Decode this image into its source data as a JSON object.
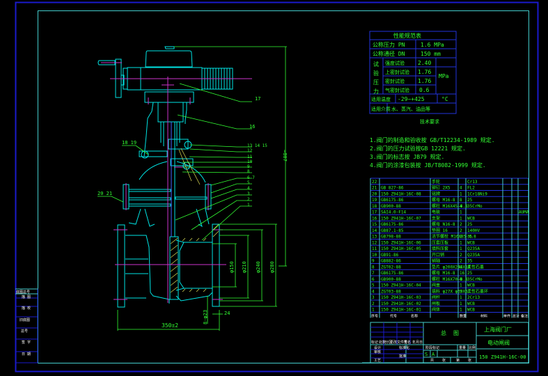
{
  "drawing": {
    "title": "Gate valve assembly drawing",
    "colors": {
      "background": "#000000",
      "outer_border": "#1a1acc",
      "inner_border": "#44cccc",
      "outline": "#00e5e5",
      "centerline": "#cc33cc",
      "dimension": "#33ff33",
      "table_lines": "#2233dd",
      "white_text": "#ffffff"
    }
  },
  "spec_table": {
    "title": "性能规范表",
    "rows": [
      {
        "label": "公称压力 PN",
        "value": "1.6 MPa"
      },
      {
        "label": "公称通径 DN",
        "value": "150 mm"
      }
    ],
    "test_group_label": "试验压力",
    "tests": [
      {
        "label": "强度试验",
        "value": "2.40"
      },
      {
        "label": "上密封试验",
        "value": "1.76"
      },
      {
        "label": "密封试验",
        "value": "1.76"
      },
      {
        "label": "气密封试验",
        "value": "0.6"
      }
    ],
    "test_unit": "MPa",
    "temp_label": "适用温度",
    "temp_value": "-29~+425",
    "temp_unit": "°C",
    "medium_label": "适用介质",
    "medium_value": "水、蒸汽、油品等"
  },
  "tech_requirements": {
    "title": "技术要求",
    "items": [
      "1.阀门的制造和验收按 GB/T12234-1989 规定.",
      "2.阀门的压力试验按GB 12221 规定.",
      "3.阀门的标志按 JB79 规定.",
      "4.阀门的涂漆包装按 JB/T8082-1999 规定."
    ]
  },
  "parts_list": {
    "rows": [
      {
        "no": "22",
        "code": "",
        "name": "手轮",
        "qty": "",
        "material": "Cr13",
        "note": ""
      },
      {
        "no": "21",
        "code": "GB 827-86",
        "name": "铆钉 2X5",
        "qty": "4",
        "material": "FL2",
        "note": ""
      },
      {
        "no": "20",
        "code": "150 Z941H-16C-08",
        "name": "铭牌",
        "qty": "1",
        "material": "1Cr18Ni9",
        "note": ""
      },
      {
        "no": "19",
        "code": "GB6175-86",
        "name": "螺母 M16-8",
        "qty": "8",
        "material": "25",
        "note": ""
      },
      {
        "no": "18",
        "code": "GB900-88",
        "name": "螺柱 M16X45-8.8",
        "qty": "4",
        "material": "35CrMo",
        "note": ""
      },
      {
        "no": "17",
        "code": "SAI4.0-F14",
        "name": "电装",
        "qty": "1",
        "material": "",
        "note": "AUMA"
      },
      {
        "no": "16",
        "code": "150 Z941H-16C-07",
        "name": "支架",
        "qty": "1",
        "material": "WCB",
        "note": ""
      },
      {
        "no": "15",
        "code": "GB6175-86",
        "name": "螺母 N16-8",
        "qty": "2",
        "material": "25",
        "note": ""
      },
      {
        "no": "14",
        "code": "GB87.1-85",
        "name": "垫圈 16",
        "qty": "2",
        "material": "140HV",
        "note": ""
      },
      {
        "no": "13",
        "code": "GB798-88",
        "name": "活节螺栓 M16X85-4.8",
        "qty": "2",
        "material": "35",
        "note": ""
      },
      {
        "no": "12",
        "code": "150 Z941H-16C-06",
        "name": "压套压板",
        "qty": "1",
        "material": "WCB",
        "note": ""
      },
      {
        "no": "11",
        "code": "150 Z941H-16C-05",
        "name": "填料压套",
        "qty": "1",
        "material": "Q235A",
        "note": ""
      },
      {
        "no": "10",
        "code": "GB91-86",
        "name": "开口销",
        "qty": "2",
        "material": "Q235A",
        "note": ""
      },
      {
        "no": "9",
        "code": "GB882-86",
        "name": "销轴",
        "qty": "2",
        "material": "35",
        "note": ""
      },
      {
        "no": "8",
        "code": "ZGT02-88",
        "name": "垫片 φ200X244X10",
        "qty": "6",
        "material": "柔性石墨",
        "note": ""
      },
      {
        "no": "7",
        "code": "GB6175-86",
        "name": "螺母 M16-8",
        "qty": "16",
        "material": "25",
        "note": ""
      },
      {
        "no": "6",
        "code": "GB900-88",
        "name": "螺柱 M16X70-8.8",
        "qty": "8",
        "material": "35CrMo",
        "note": ""
      },
      {
        "no": "5",
        "code": "150 Z941H-16C-04",
        "name": "阀盖",
        "qty": "1",
        "material": "WCB",
        "note": ""
      },
      {
        "no": "4",
        "code": "ZGT03-88",
        "name": "填料 φ27X φ39X6",
        "qty": "1",
        "material": "柔性石墨环",
        "note": ""
      },
      {
        "no": "3",
        "code": "150 Z941H-16C-03",
        "name": "阀杆",
        "qty": "1",
        "material": "2Cr13",
        "note": ""
      },
      {
        "no": "2",
        "code": "150 Z941H-16C-02",
        "name": "闸板",
        "qty": "1",
        "material": "WCB",
        "note": ""
      },
      {
        "no": "1",
        "code": "150 Z941H-16C-01",
        "name": "阀体",
        "qty": "1",
        "material": "WCB",
        "note": ""
      }
    ],
    "header": [
      "序号",
      "代号",
      "名称",
      "数量",
      "材料",
      "单件",
      "总计",
      "备注"
    ],
    "weight_label": "重量"
  },
  "title_block": {
    "company": "上海阀门厂",
    "drawing_name": "总图",
    "product_name": "电动闸阀",
    "drawing_number": "150 Z941H-16C-00",
    "stage_label": "阶段标记",
    "stage_marks": [
      "S",
      "A"
    ],
    "weight_label": "重量",
    "scale_label": "比例",
    "sheet_labels": [
      "共",
      "张",
      "第",
      "张"
    ],
    "left_labels": [
      "标记",
      "处数",
      "分区",
      "更改文件号",
      "签名",
      "年月日"
    ],
    "role_labels": [
      "设计",
      "审核",
      "工艺"
    ],
    "role_labels_2": [
      "标准化",
      "批准"
    ]
  },
  "revision_block": {
    "title": "底图总号",
    "labels": [
      "描 图",
      "描 校",
      "旧底图",
      "总号",
      "签 字",
      "日 期"
    ]
  },
  "callouts": {
    "right": [
      "17",
      "16",
      "13 14 15",
      "12",
      "11",
      "10",
      "9",
      "8",
      "6 7",
      "5",
      "4",
      "3",
      "2",
      "1"
    ],
    "left": [
      "18 19",
      "20 21"
    ]
  },
  "dimensions": {
    "height": "≈807",
    "face_to_face": "350±2",
    "bore": "φ150",
    "raised_face": "φ210",
    "bolt_circle": "φ240",
    "flange_od": "φ280",
    "bolt_holes": "8-φ23",
    "flange_thickness": "24"
  }
}
